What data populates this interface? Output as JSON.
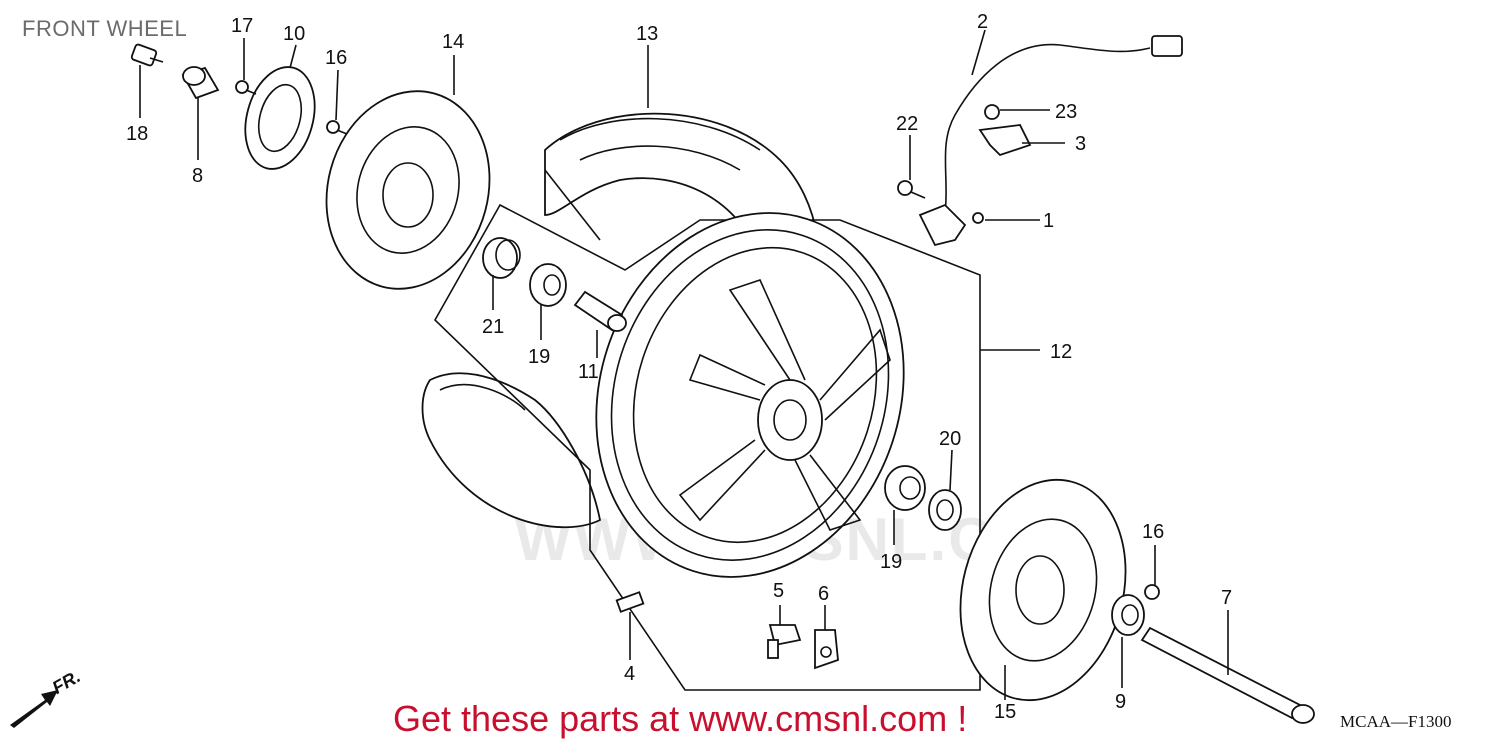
{
  "title": "FRONT WHEEL",
  "watermark": "WWW.CMSNL.COM",
  "cta_text": "Get these parts at www.cmsnl.com !",
  "diagram_code": "MCAA—F1300",
  "fr_label": "FR.",
  "callouts": {
    "c1": "1",
    "c2": "2",
    "c3": "3",
    "c4": "4",
    "c5": "5",
    "c6": "6",
    "c7": "7",
    "c8": "8",
    "c9": "9",
    "c10": "10",
    "c11": "11",
    "c12": "12",
    "c13": "13",
    "c14": "14",
    "c15": "15",
    "c16a": "16",
    "c16b": "16",
    "c17": "17",
    "c18": "18",
    "c19a": "19",
    "c19b": "19",
    "c20": "20",
    "c21": "21",
    "c22": "22",
    "c23": "23"
  }
}
